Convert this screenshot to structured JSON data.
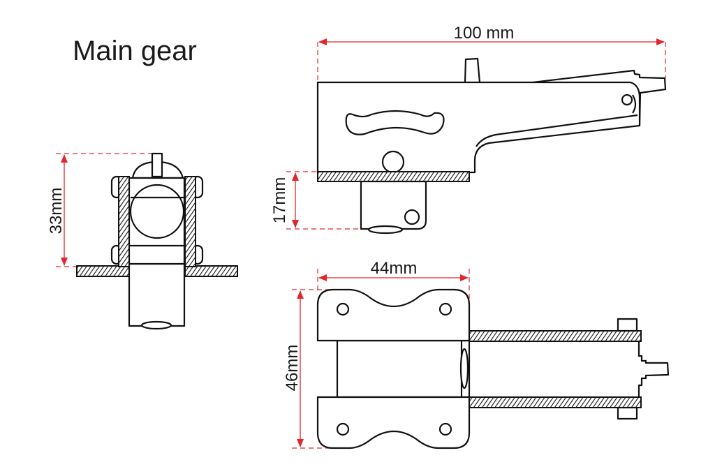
{
  "title": "Main gear",
  "dimensions": {
    "overall_length": "100 mm",
    "leg_height": "17mm",
    "front_height": "33mm",
    "plate_width": "44mm",
    "plate_span": "46mm"
  },
  "colors": {
    "dimension": "#e2262b",
    "outline": "#111111"
  }
}
